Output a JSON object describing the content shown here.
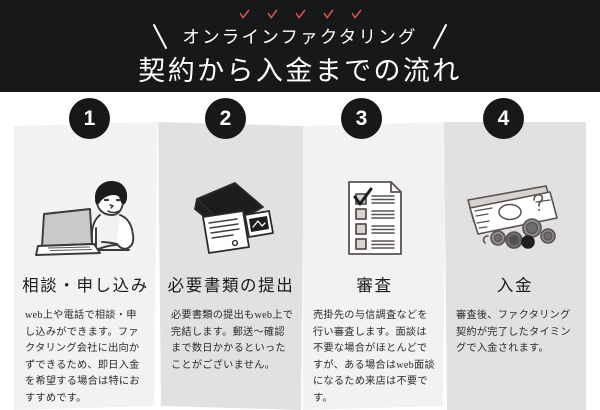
{
  "header": {
    "eyebrow": "オンラインファクタリング",
    "headline": "契約から入金までの流れ",
    "check_count": 5,
    "check_color": "#e0564f",
    "background_color": "#17181a",
    "text_color": "#ffffff"
  },
  "cards": [
    {
      "number": "1",
      "icon": "person-laptop-icon",
      "title": "相談・申し込み",
      "body": "web上や電話で相談・申し込みができます。ファクタリング会社に出向かずできるため、即日入金を希望する場合は特におすすめです。",
      "background_color": "#f2f2f2"
    },
    {
      "number": "2",
      "icon": "envelope-documents-icon",
      "title": "必要書類の提出",
      "body": "必要書類の提出もweb上で完結します。郵送〜確認まで数日かかるといったことがございません。",
      "background_color": "#e1e1e1"
    },
    {
      "number": "3",
      "icon": "checklist-document-icon",
      "title": "審査",
      "body": "売掛先の与信調査などを行い審査します。面談は不要な場合がほとんどですが、ある場合はweb面談になるため来店は不要です。",
      "background_color": "#f2f2f2"
    },
    {
      "number": "4",
      "icon": "banknotes-coins-icon",
      "title": "入金",
      "body": "審査後、ファクタリング契約が完了したタイミングで入金されます。",
      "background_color": "#e1e1e1"
    }
  ]
}
